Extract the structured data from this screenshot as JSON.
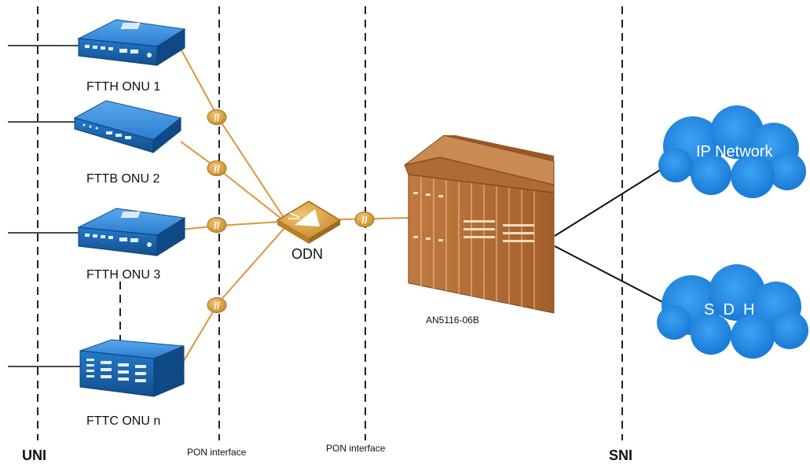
{
  "colors": {
    "device_blue": "#1f73c6",
    "device_blue_dark": "#145596",
    "fiber": "#d9973a",
    "olt_brown": "#b06a34",
    "cloud_blue": "#1e8ae6",
    "odn_gold": "#d8a24a"
  },
  "onus": [
    {
      "label": "FTTH ONU 1",
      "icon": "ftth-onu-icon"
    },
    {
      "label": "FTTB ONU 2",
      "icon": "fttb-onu-icon"
    },
    {
      "label": "FTTH ONU 3",
      "icon": "ftth-onu-icon"
    },
    {
      "label": "FTTC ONU n",
      "icon": "fttc-onu-icon"
    }
  ],
  "odn": {
    "label": "ODN",
    "icon": "odn-splitter-icon"
  },
  "olt": {
    "label": "AN5116-06B",
    "icon": "olt-chassis-icon"
  },
  "clouds": [
    {
      "label": "IP Network",
      "icon": "cloud-icon"
    },
    {
      "label": "S  D  H",
      "icon": "cloud-icon"
    }
  ],
  "zones": {
    "uni": "UNI",
    "pon_interface_1": "PON interface",
    "pon_interface_2": "PON interface",
    "sni": "SNI"
  }
}
